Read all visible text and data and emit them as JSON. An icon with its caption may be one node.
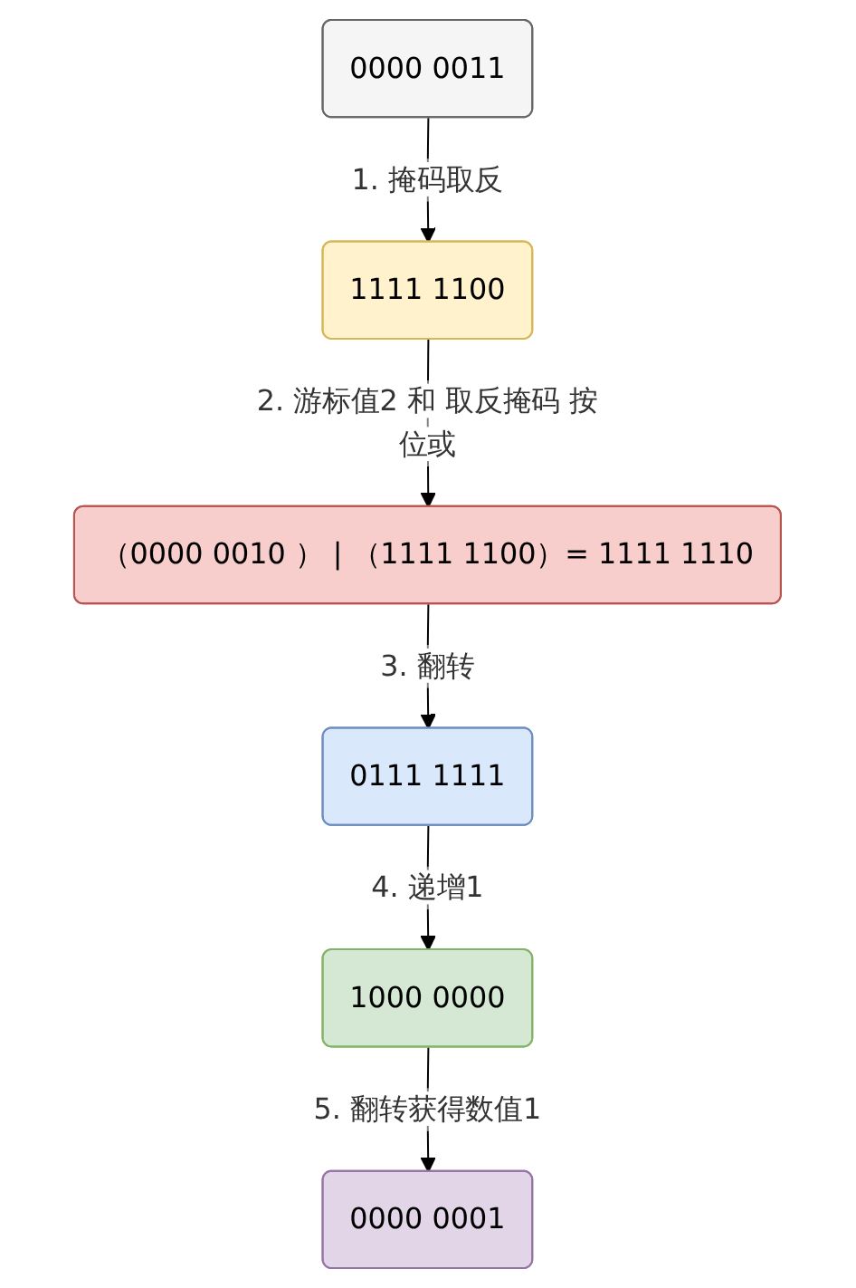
{
  "diagram": {
    "nodes": [
      {
        "text": [
          "0000 0011"
        ]
      },
      {
        "text": [
          "1111 1100"
        ]
      },
      {
        "text": [
          "（0000 0010 ）  |   （1111 1100）= 1111 1110"
        ]
      },
      {
        "text": [
          "0111 1111"
        ]
      },
      {
        "text": [
          "1000 0000"
        ]
      },
      {
        "text": [
          "0000 0001"
        ]
      }
    ],
    "edges": [
      {
        "from": 0,
        "to": 1,
        "arrow": "to",
        "label": "1. 掩码取反"
      },
      {
        "from": 1,
        "to": 2,
        "arrow": "to",
        "label": "2. 游标值2 和 取反掩码 按位或"
      },
      {
        "from": 2,
        "to": 3,
        "arrow": "to",
        "label": "3. 翻转"
      },
      {
        "from": 3,
        "to": 4,
        "arrow": "to",
        "label": "4. 递增1"
      },
      {
        "from": 4,
        "to": 5,
        "arrow": "to",
        "label": "5. 翻转获得数值1"
      }
    ]
  }
}
